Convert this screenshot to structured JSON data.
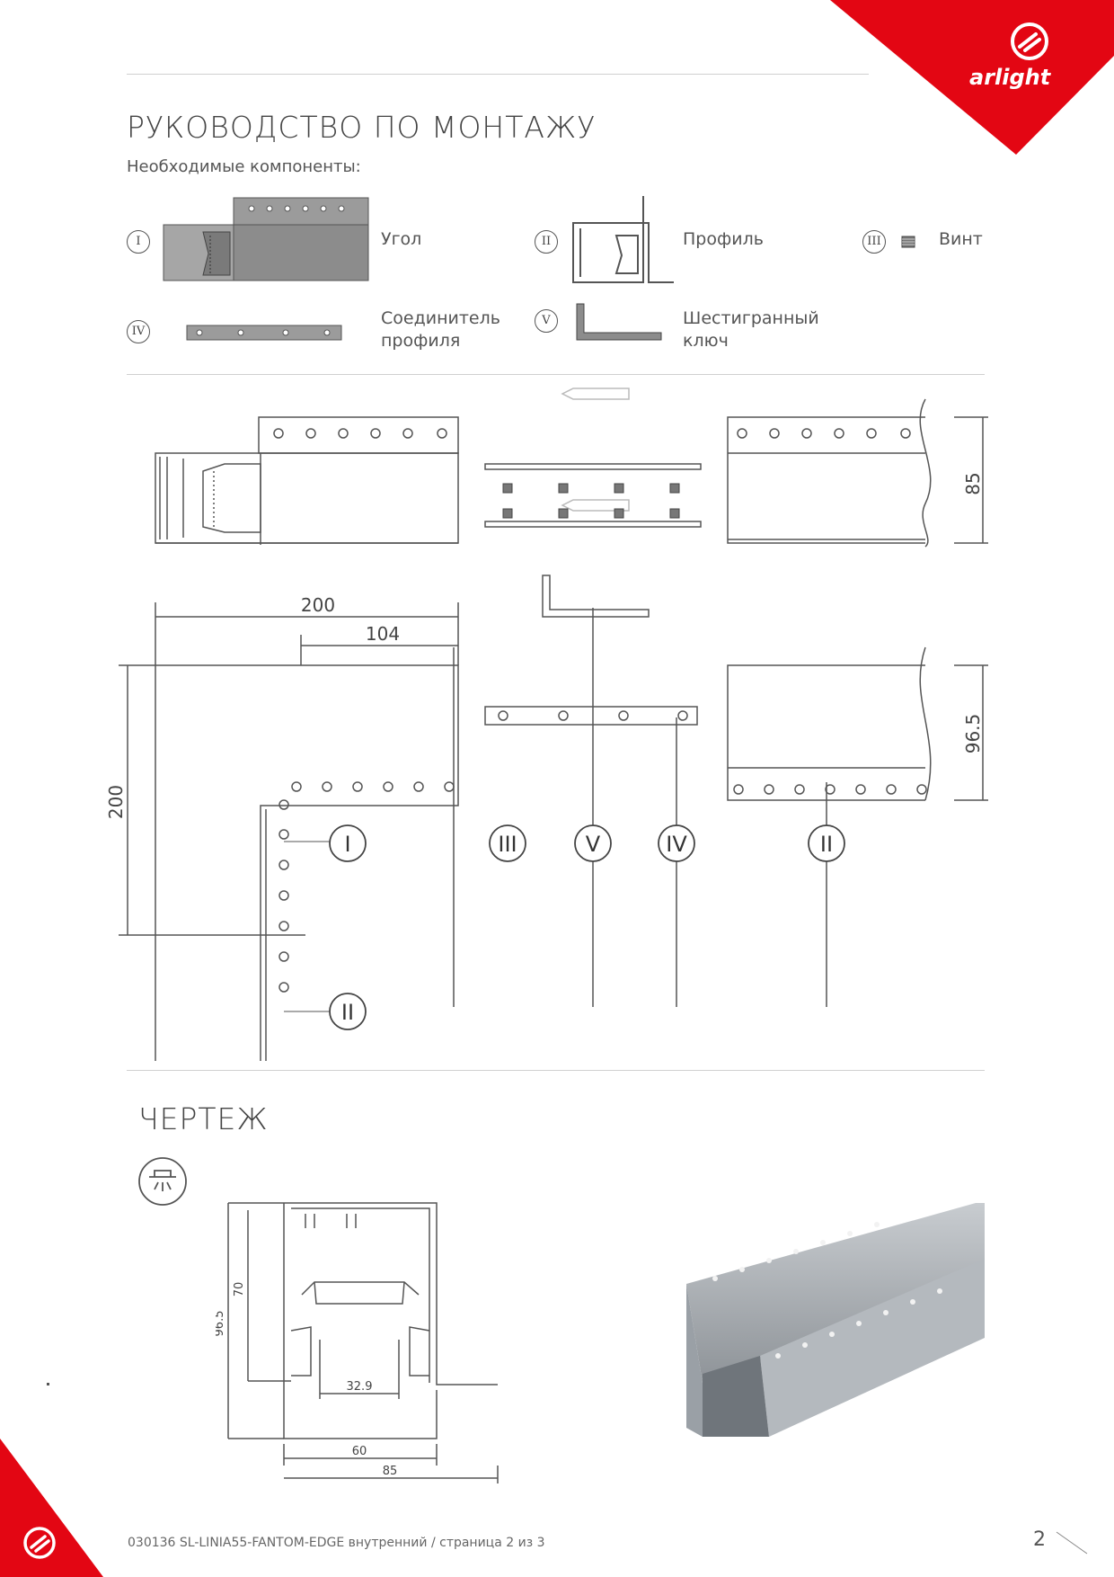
{
  "brand": {
    "name": "arlight",
    "accent_color": "#e30613"
  },
  "header": {
    "title": "РУКОВОДСТВО ПО МОНТАЖУ",
    "subtitle": "Необходимые компоненты:"
  },
  "components": [
    {
      "numeral": "I",
      "label": "Угол"
    },
    {
      "numeral": "II",
      "label": "Профиль"
    },
    {
      "numeral": "III",
      "label": "Винт"
    },
    {
      "numeral": "IV",
      "label_line1": "Соединитель",
      "label_line2": "профиля"
    },
    {
      "numeral": "V",
      "label_line1": "Шестигранный",
      "label_line2": "ключ"
    }
  ],
  "assembly": {
    "dim_85": "85",
    "dim_96_5": "96.5",
    "dim_200_h": "200",
    "dim_104": "104",
    "dim_200_v": "200",
    "callouts": [
      "III",
      "V",
      "IV",
      "II",
      "I",
      "II"
    ]
  },
  "drawing": {
    "title": "ЧЕРТЕЖ",
    "icon": "ceiling-light-icon",
    "dims": {
      "height_total": "96.5",
      "height_inner": "70",
      "opening": "32.9",
      "width_body": "60",
      "width_total": "85"
    }
  },
  "footer": {
    "text": "030136 SL-LINIA55-FANTOM-EDGE внутренний / страница 2 из 3",
    "page": "2"
  }
}
